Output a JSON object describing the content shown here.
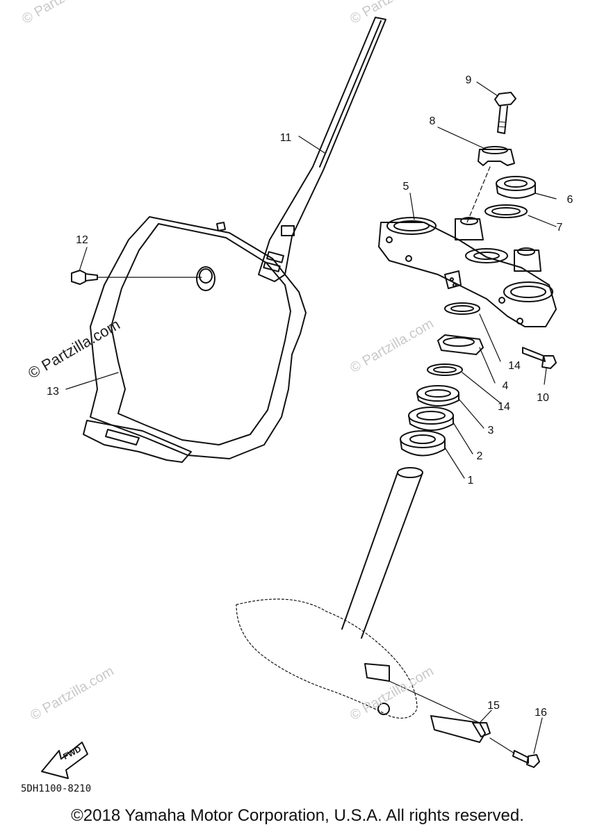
{
  "diagram": {
    "callouts": [
      "1",
      "2",
      "3",
      "4",
      "5",
      "6",
      "7",
      "8",
      "9",
      "10",
      "11",
      "12",
      "13",
      "14",
      "14",
      "15",
      "16"
    ],
    "watermark": "© Partzilla.com",
    "direction_label": "FWD",
    "diagram_code": "5DH1100-8210",
    "copyright": "©2018 Yamaha Motor Corporation, U.S.A. All rights reserved."
  }
}
